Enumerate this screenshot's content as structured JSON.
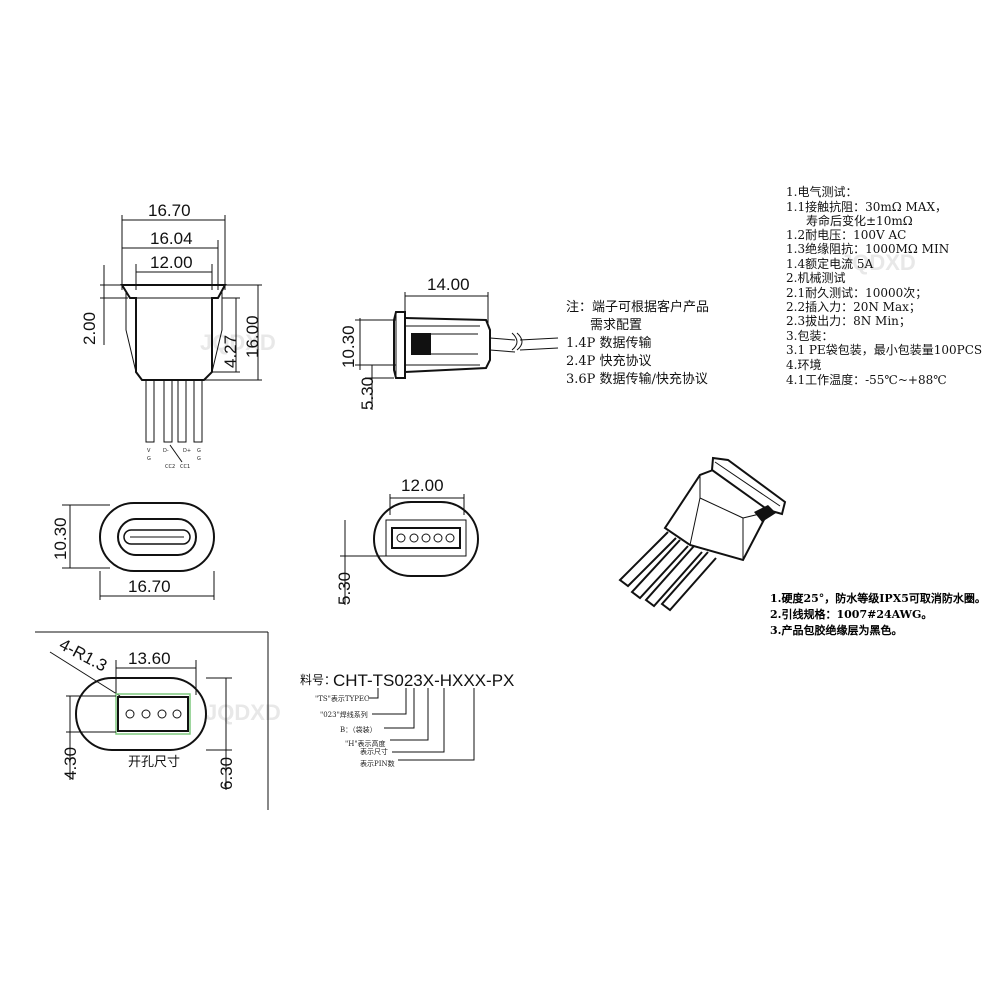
{
  "watermark": "JQDXD",
  "dims": {
    "w1670": "16.70",
    "w1604": "16.04",
    "w1200": "12.00",
    "h200": "2.00",
    "h427": "4.27",
    "h1600": "16.00",
    "side1400": "14.00",
    "side1030": "10.30",
    "side530": "5.30",
    "front1030": "10.30",
    "front1670": "16.70",
    "rear1200": "12.00",
    "rear530": "5.30",
    "cut1360": "13.60",
    "cutR": "4-R1.3",
    "cut430": "4.30",
    "cut630": "6.30"
  },
  "pin_labels": [
    "V",
    "D-",
    "D+",
    "G"
  ],
  "pin_sub": [
    "G",
    "CC2",
    "CC1",
    "G"
  ],
  "cutout_label": "开孔尺寸",
  "note": {
    "title": "注：端子可根据客户产品",
    "title2": "需求配置",
    "items": [
      "1.4P  数据传输",
      "2.4P  快充协议",
      "3.6P  数据传输/快充协议"
    ]
  },
  "specs": [
    "1.电气测试：",
    "1.1接触抗阻：30mΩ  MAX，",
    "寿命后变化±10mΩ",
    "1.2耐电压：100V AC",
    "1.3绝缘阻抗：1000MΩ  MIN",
    "1.4额定电流  5A",
    "2.机械测试",
    "2.1耐久测试：10000次；",
    "2.2插入力：20N Max；",
    "2.3拔出力：8N Min；",
    "3.包装：",
    "3.1 PE袋包装，最小包装量100PCS",
    "4.环境",
    "4.1工作温度：-55℃~+88℃"
  ],
  "features": [
    "1.硬度25°，防水等级IPX5可取消防水圈。",
    "2.引线规格：1007#24AWG。",
    "3.产品包胶绝缘层为黑色。"
  ],
  "part_number": {
    "prefix": "料号：",
    "code": "CHT-TS023X-HXXX-PX",
    "legend": [
      "\"TS\"表示TYPEC",
      "\"023\"焊线系列",
      "B：（袋装）",
      "\"H\"表示高度",
      "表示尺寸",
      "表示PIN数"
    ]
  }
}
